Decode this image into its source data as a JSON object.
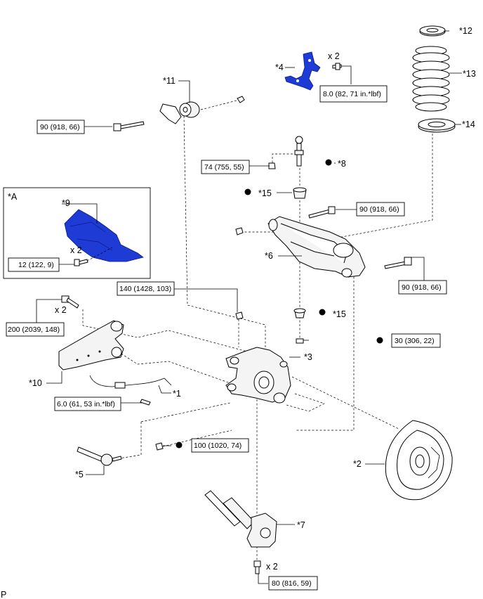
{
  "diagram_code": "P",
  "inset": {
    "label": "*A"
  },
  "callouts": {
    "c1": "*1",
    "c2": "*2",
    "c3": "*3",
    "c4": "*4",
    "c5": "*5",
    "c6": "*6",
    "c7": "*7",
    "c8": "*8",
    "c9": "*9",
    "c10": "*10",
    "c11": "*11",
    "c12": "*12",
    "c13": "*13",
    "c14": "*14",
    "c15a": "*15",
    "c15b": "*15"
  },
  "quantities": {
    "q_bracket": "x 2",
    "q_inset": "x 2",
    "q_arm": "x 2",
    "q_bottom": "x 2"
  },
  "torques": {
    "t_bushing": "90 (918, 66)",
    "t_bracket": "8.0 (82, 71 in.*lbf)",
    "t_link": "74 (755, 55)",
    "t_upper_bolt": "90 (918, 66)",
    "t_lower_bolt": "90 (918, 66)",
    "t_inset": "12 (122, 9)",
    "t_nut140": "140 (1428, 103)",
    "t_arm": "200 (2039, 148)",
    "t_30": "30 (306, 22)",
    "t_sensor": "6.0 (61, 53 in.*lbf)",
    "t_100": "100 (1020, 74)",
    "t_80": "80 (816, 59)"
  },
  "colors": {
    "highlight_part": "#1f3bd6",
    "line": "#000000"
  }
}
